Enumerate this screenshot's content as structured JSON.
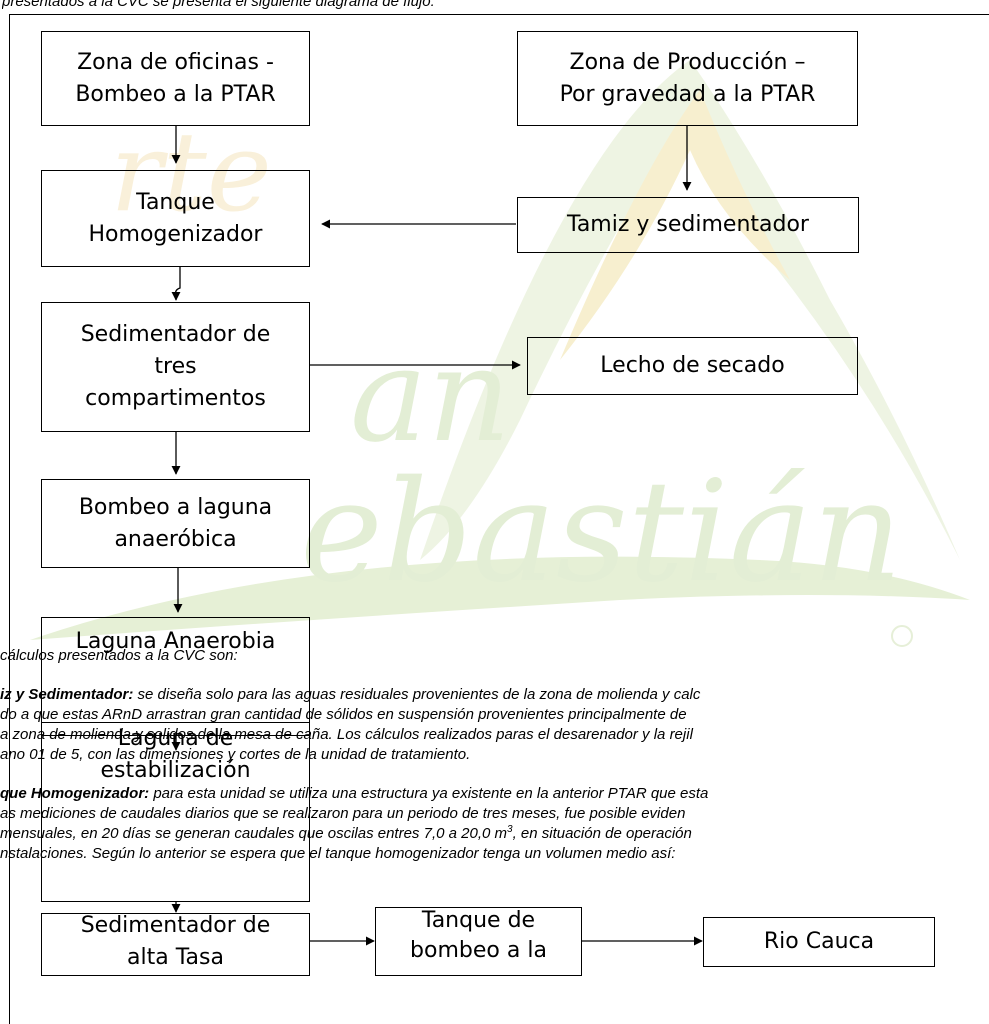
{
  "top_caption": "presentados a la CVC se presenta el siguiente diagrama de flujo:",
  "watermark_text": "San Sebastián",
  "colors": {
    "watermark_green": "#dcebc8",
    "watermark_yellow": "#f6ecc6",
    "watermark_orange": "#f7dcc2"
  },
  "nodes": {
    "oficinas": "Zona de oficinas -\nBombeo a la PTAR",
    "produccion": "Zona de Producción –\nPor gravedad a la PTAR",
    "tanque_homogenizador": "Tanque\nHomogenizador",
    "tamiz": "Tamiz y sedimentador",
    "sedimentador_tres": "Sedimentador de\ntres\ncompartimentos",
    "lecho": "Lecho de secado",
    "bombeo_laguna": "Bombeo a laguna\nanaeróbica",
    "laguna_anaerobia": "Laguna Anaerobia",
    "laguna_estabilizacion": "Laguna de\nestabilización",
    "sedimentador_alta": "Sedimentador de\nalta Tasa",
    "tanque_bombeo": "Tanque de\nbombeo a la",
    "rio": "Rio Cauca"
  },
  "text": {
    "p0": "cálculos presentados a la CVC son:",
    "p1_bold": "iz y Sedimentador:",
    "p1_line1": " se diseña solo para las aguas residuales provenientes de la zona de molienda y calc",
    "p1_line2": "do a que estas ARnD arrastran gran cantidad de sólidos en suspensión provenientes principalmente de",
    "p1_line3": "a zona de molienda y solidos de la mesa de caña. Los cálculos realizados paras el desarenador y la rejil",
    "p1_line4": "ano 01 de 5, con las dimensiones y cortes de la unidad de tratamiento.",
    "p2_bold": "que Homogenizador:",
    "p2_line1": " para esta unidad se utiliza una estructura ya existente en la anterior PTAR que esta",
    "p2_line2": "as mediciones de caudales diarios que se realizaron para un periodo de tres meses, fue posible eviden",
    "p2_line3a": " mensuales, en 20 días se generan caudales que oscilas entres 7,0 a 20,0 m",
    "p2_line3_sup": "3",
    "p2_line3b": ", en situación de operación",
    "p2_line4": "nstalaciones. Según lo anterior se espera que el tanque homogenizador tenga un volumen medio así:"
  }
}
